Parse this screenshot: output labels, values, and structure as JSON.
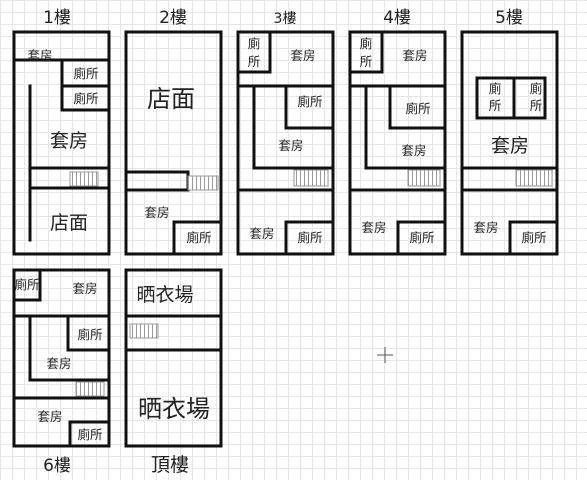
{
  "floors": {
    "f1": {
      "label": "1樓",
      "rooms": {
        "suite_a": "套房",
        "wc_a": "廁所",
        "wc_b": "廁所",
        "suite_b": "套房",
        "shop": "店面"
      }
    },
    "f2": {
      "label": "2樓",
      "rooms": {
        "shop": "店面",
        "suite": "套房",
        "wc": "廁所"
      }
    },
    "f3": {
      "label": "3樓",
      "rooms": {
        "wc_a": "廁\n所",
        "suite_a": "套房",
        "wc_b": "廁所",
        "suite_b": "套房",
        "suite_c": "套房",
        "wc_c": "廁所"
      }
    },
    "f4": {
      "label": "4樓",
      "rooms": {
        "wc_a": "廁\n所",
        "suite_a": "套房",
        "wc_b": "廁所",
        "suite_b": "套房",
        "suite_c": "套房",
        "wc_c": "廁所"
      }
    },
    "f5": {
      "label": "5樓",
      "rooms": {
        "wc_a": "廁\n所",
        "wc_b": "廁\n所",
        "suite_a": "套房",
        "suite_b": "套房",
        "wc_c": "廁所"
      }
    },
    "f6": {
      "label": "6樓",
      "rooms": {
        "wc_a": "廁所",
        "suite_a": "套房",
        "wc_b": "廁所",
        "suite_b": "套房",
        "suite_c": "套房",
        "wc_c": "廁所"
      }
    },
    "roof": {
      "label": "頂樓",
      "rooms": {
        "drying_a": "晒衣場",
        "drying_b": "晒衣場"
      }
    }
  }
}
